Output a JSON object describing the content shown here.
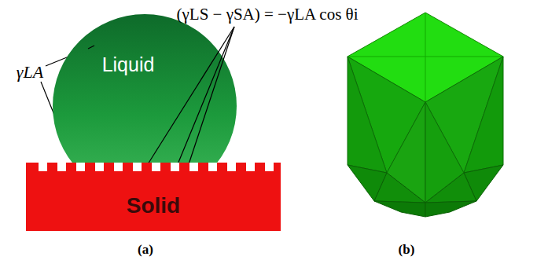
{
  "diagram": {
    "nodes": [
      {
        "text": [
          "Liquid"
        ]
      },
      {
        "text": [
          "Solid"
        ]
      }
    ],
    "labels": [
      "(γLS − γSA) = −γLA cos θi",
      "γLA",
      "(a)",
      "(b)"
    ]
  }
}
